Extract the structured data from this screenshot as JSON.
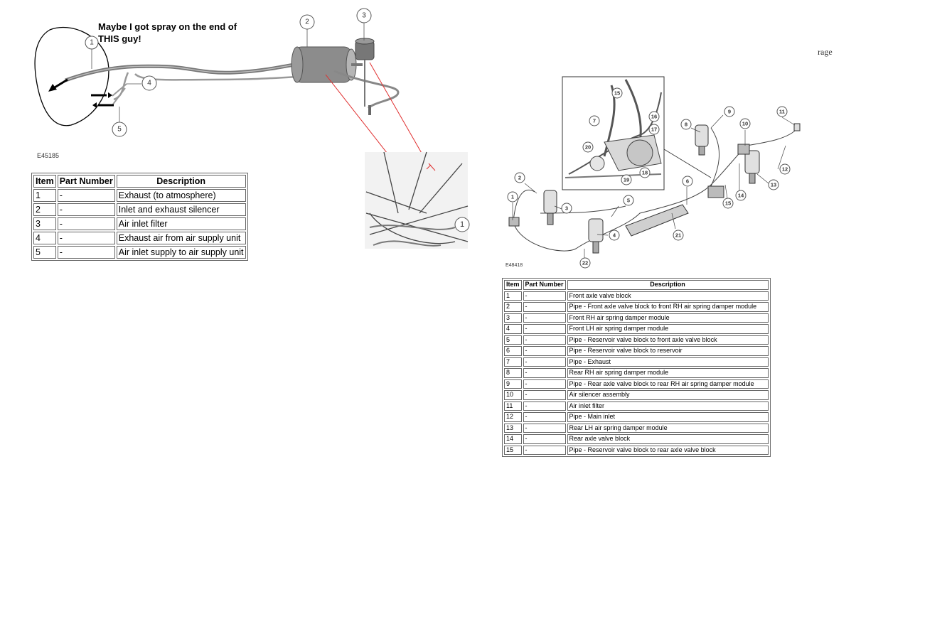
{
  "left_figure": {
    "annotation": "Maybe I got spray on the end of THIS guy!",
    "figure_code": "E45185",
    "callouts": [
      "1",
      "2",
      "3",
      "4",
      "5"
    ],
    "inset_callout": "1",
    "table": {
      "headers": [
        "Item",
        "Part Number",
        "Description"
      ],
      "rows": [
        {
          "item": "1",
          "part": "-",
          "desc": "Exhaust (to atmosphere)"
        },
        {
          "item": "2",
          "part": "-",
          "desc": "Inlet and exhaust silencer"
        },
        {
          "item": "3",
          "part": "-",
          "desc": "Air inlet filter"
        },
        {
          "item": "4",
          "part": "-",
          "desc": "Exhaust air from air supply unit"
        },
        {
          "item": "5",
          "part": "-",
          "desc": "Air inlet supply to air supply unit"
        }
      ]
    }
  },
  "right_figure": {
    "page_fragment": "rage",
    "figure_code": "E48418",
    "callouts": [
      "1",
      "2",
      "3",
      "4",
      "5",
      "6",
      "7",
      "8",
      "9",
      "10",
      "11",
      "12",
      "13",
      "14",
      "15",
      "15",
      "16",
      "17",
      "18",
      "19",
      "20",
      "21",
      "22"
    ],
    "table": {
      "headers": [
        "Item",
        "Part Number",
        "Description"
      ],
      "rows": [
        {
          "item": "1",
          "part": "-",
          "desc": "Front axle valve block"
        },
        {
          "item": "2",
          "part": "-",
          "desc": "Pipe - Front axle valve block to front RH air spring damper module"
        },
        {
          "item": "3",
          "part": "-",
          "desc": "Front RH air spring damper module"
        },
        {
          "item": "4",
          "part": "-",
          "desc": "Front LH air spring damper module"
        },
        {
          "item": "5",
          "part": "-",
          "desc": "Pipe - Reservoir valve block to front axle valve block"
        },
        {
          "item": "6",
          "part": "-",
          "desc": "Pipe - Reservoir valve block to reservoir"
        },
        {
          "item": "7",
          "part": "-",
          "desc": "Pipe - Exhaust"
        },
        {
          "item": "8",
          "part": "-",
          "desc": "Rear RH air spring damper module"
        },
        {
          "item": "9",
          "part": "-",
          "desc": "Pipe - Rear axle valve block to rear RH air spring damper module"
        },
        {
          "item": "10",
          "part": "-",
          "desc": "Air silencer assembly"
        },
        {
          "item": "11",
          "part": "-",
          "desc": "Air inlet filter"
        },
        {
          "item": "12",
          "part": "-",
          "desc": "Pipe - Main inlet"
        },
        {
          "item": "13",
          "part": "-",
          "desc": "Rear LH air spring damper module"
        },
        {
          "item": "14",
          "part": "-",
          "desc": "Rear axle valve block"
        },
        {
          "item": "15",
          "part": "-",
          "desc": "Pipe - Reservoir valve block to rear axle valve block"
        }
      ]
    }
  },
  "colors": {
    "pointer_line": "#e03030",
    "ink": "#000000",
    "pipe": "#8a8a8a"
  }
}
